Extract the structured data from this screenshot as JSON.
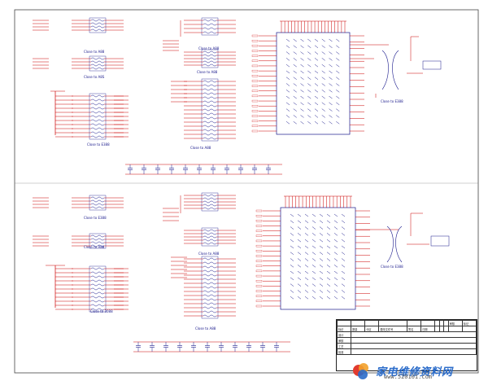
{
  "sheet": {
    "border_color": "#444444",
    "wire_color": "#cc0000",
    "part_color": "#1a1a8c",
    "captions": {
      "close_top_left_1": "Close to A88",
      "close_top_left_2": "Close to A8S",
      "close_top_left_3": "Close to E388",
      "close_top_mid_1": "Close to A88",
      "close_top_mid_2": "Close to A88",
      "close_top_mid_3": "Close to A88",
      "close_top_right": "Close to E388",
      "close_bot_left_1": "Close to E388",
      "close_bot_left_2": "Close to A88",
      "close_bot_left_3": "Close to 3088",
      "close_bot_mid_1": "Close to A88",
      "close_bot_mid_2": "Close to A88",
      "close_bot_right": "Close to E388"
    }
  },
  "title_block": {
    "row1": [
      "",
      "",
      "",
      "",
      "",
      "",
      "",
      "",
      "",
      "审核",
      "标记"
    ],
    "row2": [
      "标记",
      "数量",
      "分区",
      "更改文件号",
      "签名",
      "日期",
      "",
      "",
      "",
      "",
      ""
    ],
    "row3": [
      "设计",
      "",
      "",
      "",
      "",
      "",
      "",
      "",
      "",
      "",
      ""
    ],
    "row4": [
      "审核",
      "",
      "",
      "",
      "",
      "",
      "",
      "",
      "",
      "",
      ""
    ],
    "row5": [
      "工艺",
      "",
      "",
      "",
      "",
      "",
      "",
      "",
      "",
      "",
      ""
    ],
    "row6": [
      "批准",
      "",
      "",
      "",
      "",
      "",
      "",
      "",
      "",
      "",
      ""
    ]
  },
  "watermark": {
    "logo_text": "家电维修资料网",
    "url": "www.520101.com"
  }
}
